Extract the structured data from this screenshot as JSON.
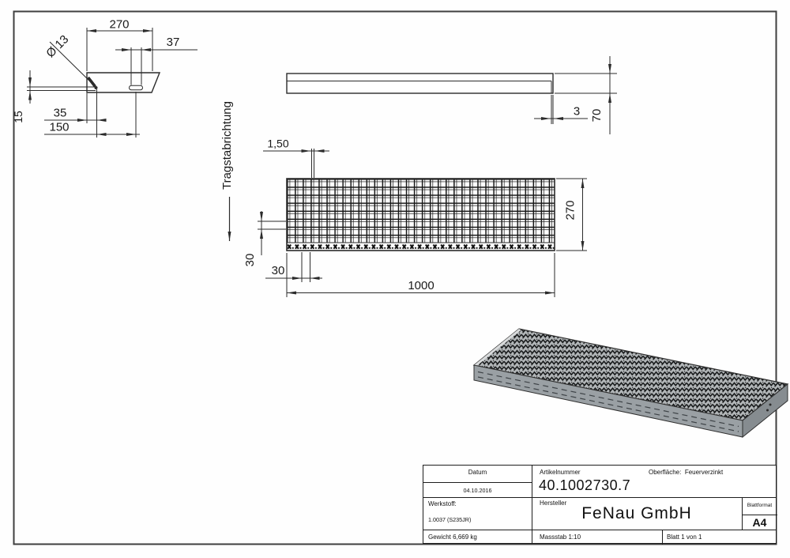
{
  "colors": {
    "line": "#2b2b2b",
    "text": "#1a1a1a",
    "sheet_border": "#3f3f3f",
    "iso_front_face": "#9aa0a4",
    "iso_end_face": "#868c90",
    "iso_top_base": "#b2b6b8"
  },
  "drawing": {
    "detail": {
      "width": "270",
      "slot": "37",
      "hole": "Ø 13",
      "height": "15",
      "hole_x": "35",
      "span": "150"
    },
    "side": {
      "gap": "3",
      "height": "70"
    },
    "plan": {
      "bar": "1,50",
      "depth": "270",
      "mesh_y": "30",
      "mesh_x": "30",
      "length": "1000"
    },
    "direction": "Tragstabrichtung"
  },
  "title_block": {
    "datum_label": "Datum",
    "datum_value": "04.10.2016",
    "artikelnummer_label": "Artikelnummer",
    "artikelnummer_value": "40.1002730.7",
    "oberflaeche_label": "Oberfläche:",
    "oberflaeche_value": "Feuerverzinkt",
    "werkstoff_label": "Werkstoff:",
    "werkstoff_value": "1.0037 (S235JR)",
    "hersteller_label": "Hersteller",
    "hersteller_value": "FeNau GmbH",
    "blattformat_label": "Blattformat",
    "blattformat_value": "A4",
    "gewicht_label": "Gewicht",
    "gewicht_value": "6,669 kg",
    "massstab_label": "Massstab",
    "massstab_value": "1:10",
    "blatt_value": "Blatt 1 von 1"
  }
}
